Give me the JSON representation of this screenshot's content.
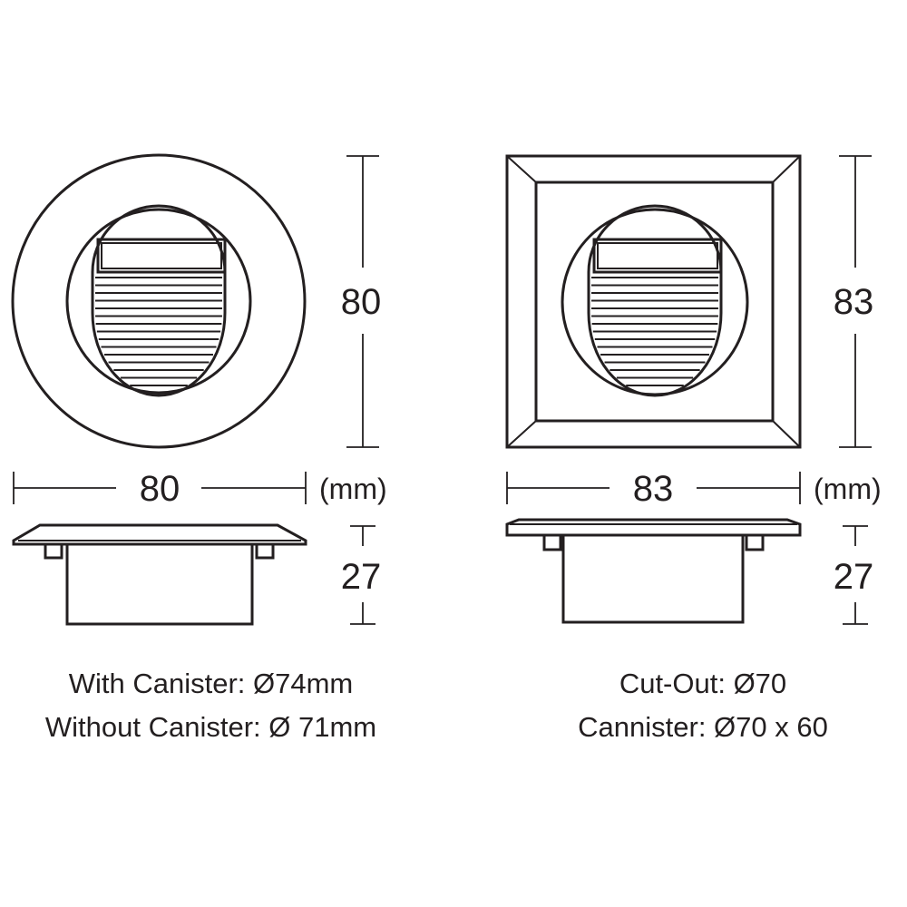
{
  "round_fitting": {
    "height_label": "80",
    "width_label": "80",
    "unit_label": "(mm)",
    "depth_label": "27",
    "notes": [
      "With Canister: Ø74mm",
      "Without Canister: Ø 71mm"
    ]
  },
  "square_fitting": {
    "height_label": "83",
    "width_label": "83",
    "unit_label": "(mm)",
    "depth_label": "27",
    "notes": [
      "Cut-Out: Ø70",
      "Cannister: Ø70 x 60"
    ]
  },
  "colors": {
    "line": "#231f20",
    "background": "#ffffff"
  }
}
